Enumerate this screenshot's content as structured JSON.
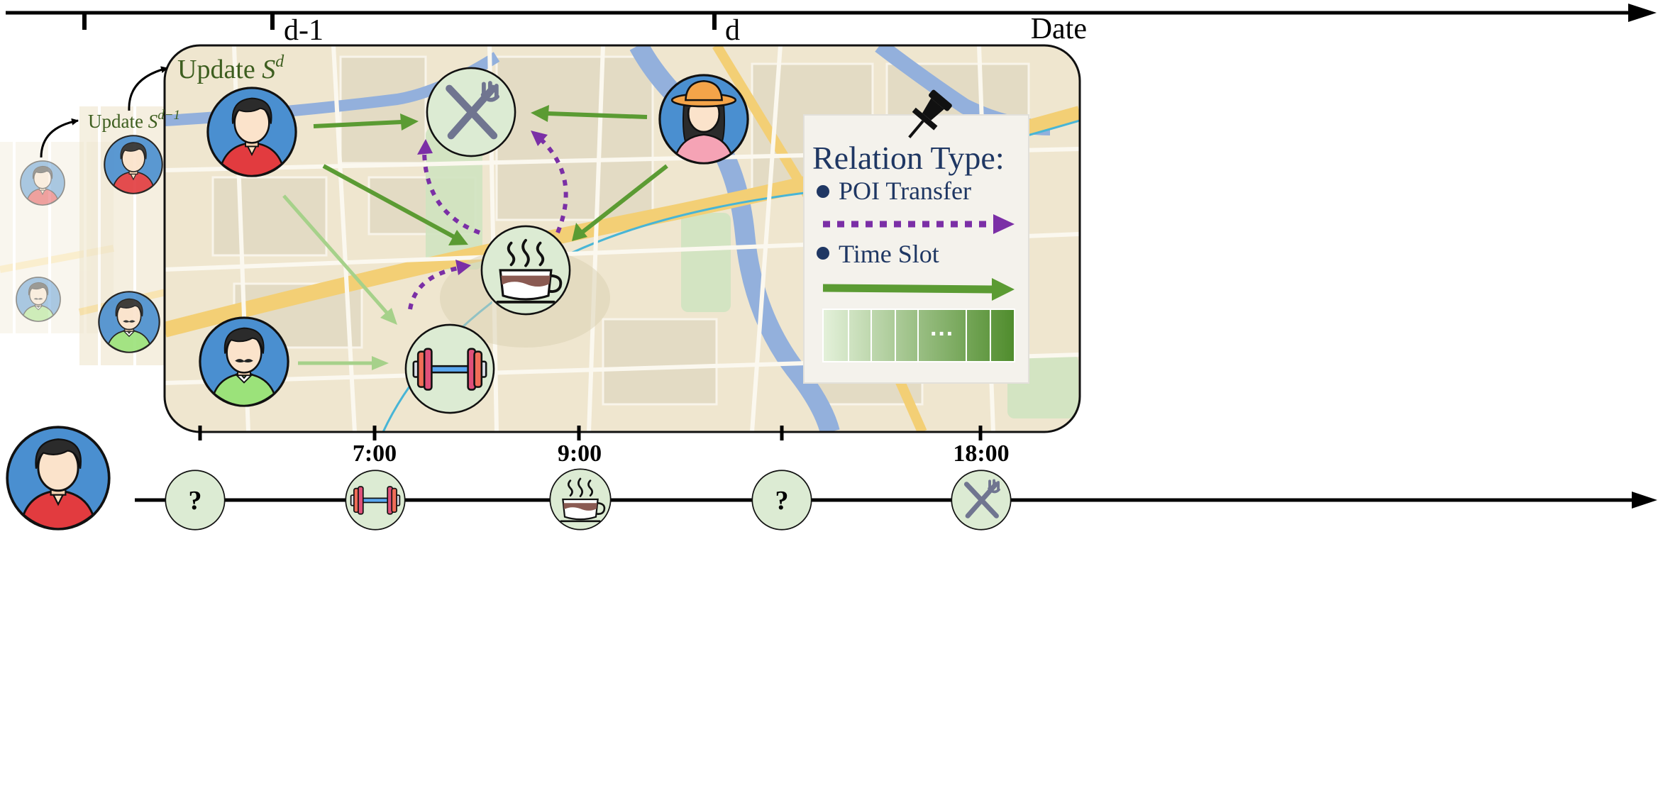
{
  "top_axis": {
    "label_prev": "d-1",
    "label_curr": "d",
    "label_axis": "Date"
  },
  "updates": {
    "current": {
      "text": "Update ",
      "var": "S",
      "sup": "d"
    },
    "previous": {
      "text": "Update ",
      "var": "S",
      "sup": "d−1"
    }
  },
  "legend": {
    "title": "Relation Type:",
    "items": [
      {
        "label": "POI Transfer",
        "style": "dotted",
        "color": "#7b2fa6"
      },
      {
        "label": "Time Slot",
        "style": "solid",
        "color": "#6aa842"
      }
    ],
    "gradient_ellipsis": "···"
  },
  "timeline": {
    "slots": [
      {
        "time": "",
        "poi": "unknown",
        "mark": "?"
      },
      {
        "time": "7:00",
        "poi": "gym-dumbbell"
      },
      {
        "time": "9:00",
        "poi": "coffee-cup"
      },
      {
        "time": "",
        "poi": "unknown",
        "mark": "?"
      },
      {
        "time": "18:00",
        "poi": "restaurant-fork-knife"
      }
    ]
  },
  "colors": {
    "poi_transfer": "#7b2fa6",
    "time_slot": "#6aa842",
    "legend_text": "#1f3763",
    "poi_bg": "#dcebd3",
    "avatar_bg": "#4a8fd0"
  }
}
